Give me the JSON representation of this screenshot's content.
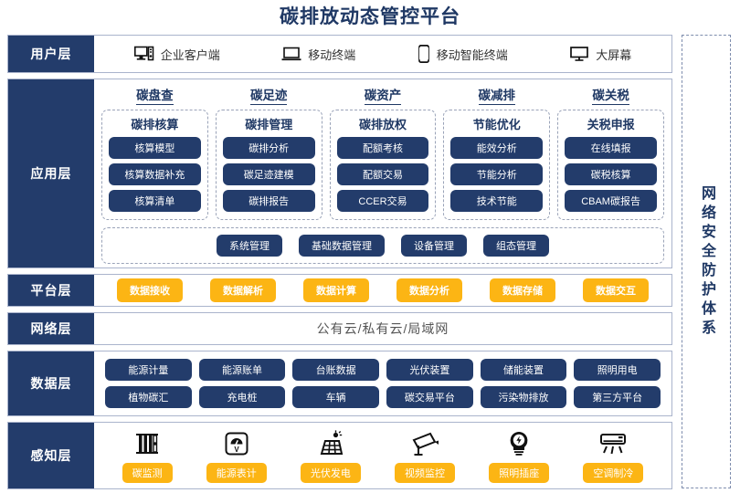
{
  "title": "碳排放动态管控平台",
  "colors": {
    "navy": "#233c6b",
    "title_blue": "#1f3864",
    "amber": "#fcb514",
    "dashed_border": "#9aa3b8"
  },
  "user_layer": {
    "label": "用户层",
    "items": [
      {
        "icon": "desktop-pc-icon",
        "label": "企业客户端"
      },
      {
        "icon": "laptop-icon",
        "label": "移动终端"
      },
      {
        "icon": "smartphone-icon",
        "label": "移动智能终端"
      },
      {
        "icon": "monitor-icon",
        "label": "大屏幕"
      }
    ]
  },
  "app_layer": {
    "label": "应用层",
    "columns": [
      {
        "title": "碳盘查",
        "box_title": "碳排核算",
        "items": [
          "核算模型",
          "核算数据补充",
          "核算清单"
        ]
      },
      {
        "title": "碳足迹",
        "box_title": "碳排管理",
        "items": [
          "碳排分析",
          "碳足迹建模",
          "碳排报告"
        ]
      },
      {
        "title": "碳资产",
        "box_title": "碳排放权",
        "items": [
          "配额考核",
          "配额交易",
          "CCER交易"
        ]
      },
      {
        "title": "碳减排",
        "box_title": "节能优化",
        "items": [
          "能效分析",
          "节能分析",
          "技术节能"
        ]
      },
      {
        "title": "碳关税",
        "box_title": "关税申报",
        "items": [
          "在线填报",
          "碳税核算",
          "CBAM碳报告"
        ]
      }
    ],
    "bottom_items": [
      "系统管理",
      "基础数据管理",
      "设备管理",
      "组态管理"
    ]
  },
  "platform_layer": {
    "label": "平台层",
    "items": [
      "数据接收",
      "数据解析",
      "数据计算",
      "数据分析",
      "数据存储",
      "数据交互"
    ]
  },
  "network_layer": {
    "label": "网络层",
    "text": "公有云/私有云/局域网"
  },
  "data_layer": {
    "label": "数据层",
    "row1": [
      "能源计量",
      "能源账单",
      "台账数据",
      "光伏装置",
      "储能装置",
      "照明用电"
    ],
    "row2": [
      "植物碳汇",
      "充电桩",
      "车辆",
      "碳交易平台",
      "污染物排放",
      "第三方平台"
    ]
  },
  "sensing_layer": {
    "label": "感知层",
    "items": [
      {
        "icon": "carbon-monitor-icon",
        "label": "碳监测"
      },
      {
        "icon": "energy-meter-icon",
        "label": "能源表计"
      },
      {
        "icon": "solar-panel-icon",
        "label": "光伏发电"
      },
      {
        "icon": "cctv-camera-icon",
        "label": "视频监控"
      },
      {
        "icon": "light-bulb-icon",
        "label": "照明插座"
      },
      {
        "icon": "air-conditioner-icon",
        "label": "空调制冷"
      }
    ]
  },
  "security_column": {
    "label": "网络安全防护体系"
  }
}
